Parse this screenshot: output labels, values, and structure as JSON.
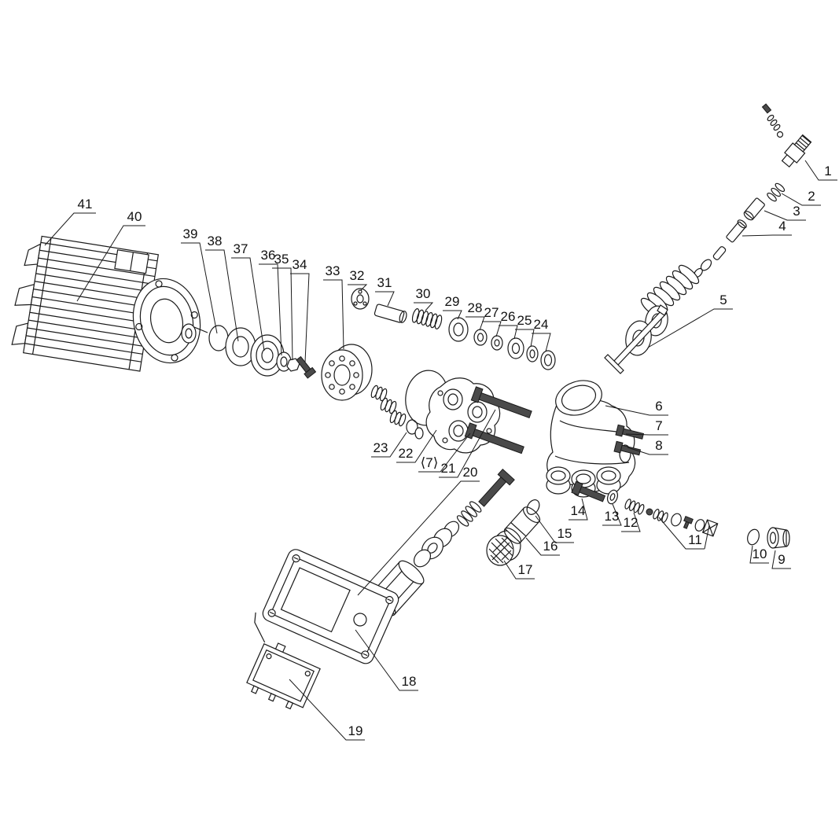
{
  "canvas": {
    "background": "#ffffff",
    "line_color": "#1a1a1a",
    "dark_part_color": "#4a4a4a"
  },
  "labels": {
    "n1": "1",
    "n2": "2",
    "n3": "3",
    "n4": "4",
    "n5": "5",
    "n6": "6",
    "n7": "7",
    "n7_center": "⟨7⟩",
    "n8": "8",
    "n9": "9",
    "n10": "10",
    "n11": "11",
    "n12": "12",
    "n13": "13",
    "n14": "14",
    "n15": "15",
    "n16": "16",
    "n17": "17",
    "n18": "18",
    "n19": "19",
    "n20": "20",
    "n21": "21",
    "n22": "22",
    "n23": "23",
    "n24": "24",
    "n25": "25",
    "n26": "26",
    "n27": "27",
    "n28": "28",
    "n29": "29",
    "n30": "30",
    "n31": "31",
    "n32": "32",
    "n33": "33",
    "n34": "34",
    "n35": "35",
    "n36": "36",
    "n37": "37",
    "n38": "38",
    "n39": "39",
    "n40": "40",
    "n41": "41"
  }
}
